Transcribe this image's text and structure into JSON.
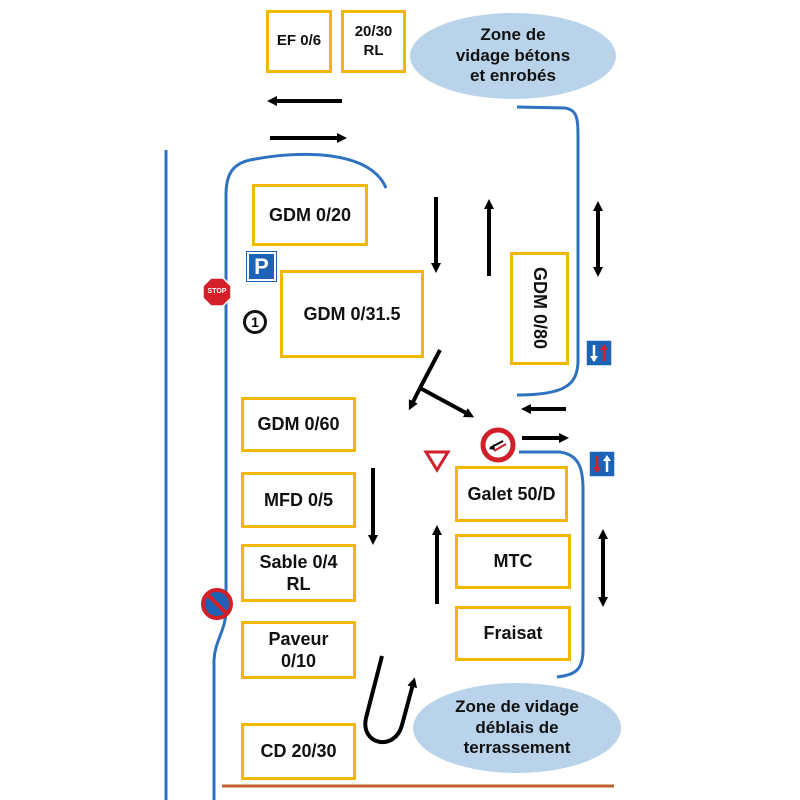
{
  "material_bays": [
    {
      "id": "ef-0-6",
      "label": "EF 0/6"
    },
    {
      "id": "20-30-rl",
      "label": "20/30\nRL"
    },
    {
      "id": "gdm-0-20",
      "label": "GDM 0/20"
    },
    {
      "id": "gdm-0-31-5",
      "label": "GDM 0/31.5"
    },
    {
      "id": "gdm-0-80",
      "label": "GDM 0/80"
    },
    {
      "id": "gdm-0-60",
      "label": "GDM 0/60"
    },
    {
      "id": "mfd-0-5",
      "label": "MFD 0/5"
    },
    {
      "id": "galet-50-d",
      "label": "Galet 50/D"
    },
    {
      "id": "sable-0-4-rl",
      "label": "Sable 0/4\nRL"
    },
    {
      "id": "mtc",
      "label": "MTC"
    },
    {
      "id": "paveur-0-10",
      "label": "Paveur\n0/10"
    },
    {
      "id": "fraisat",
      "label": "Fraisat"
    },
    {
      "id": "cd-20-30",
      "label": "CD 20/30"
    }
  ],
  "zones": {
    "concrete": "Zone de\nvidage bétons\net enrobés",
    "earthworks": "Zone de vidage\ndéblais de\nterrassement"
  },
  "signs": {
    "parking": "P",
    "stop": "STOP",
    "marker": "1"
  },
  "colors": {
    "bay_border": "#f2b705",
    "zone_fill": "#b9d4ea",
    "road_line": "#2f72c0",
    "boundary": "#c0602a",
    "arrow": "#000000"
  }
}
